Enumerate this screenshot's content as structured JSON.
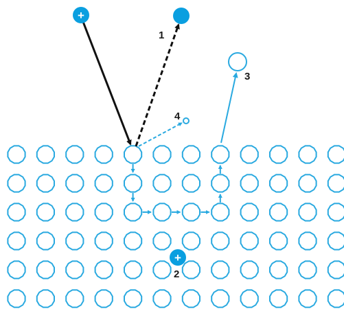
{
  "colors": {
    "atom": "#29a9e0",
    "ion": "#0a9fe0",
    "incident": "#111111",
    "text": "#1a1a1a",
    "plus": "#ffffff"
  },
  "lattice": {
    "columns": 12,
    "rows": 6,
    "shape": "dodecagon",
    "paths": [
      {
        "name": "surface-atom-path",
        "cells": [
          [
            4,
            0
          ],
          [
            4,
            1
          ],
          [
            4,
            2
          ],
          [
            5,
            2
          ],
          [
            6,
            2
          ],
          [
            7,
            2
          ],
          [
            7,
            1
          ],
          [
            7,
            0
          ]
        ]
      }
    ]
  },
  "labels": {
    "sputtered": "1",
    "implanted": "2",
    "sputtered_atom": "3",
    "scattered": "4",
    "plus_sign": "+"
  },
  "icons": {
    "incident_ion": "plus-circle-icon",
    "sputtered_particle": "filled-circle-icon",
    "implanted_ion": "plus-circle-icon"
  }
}
